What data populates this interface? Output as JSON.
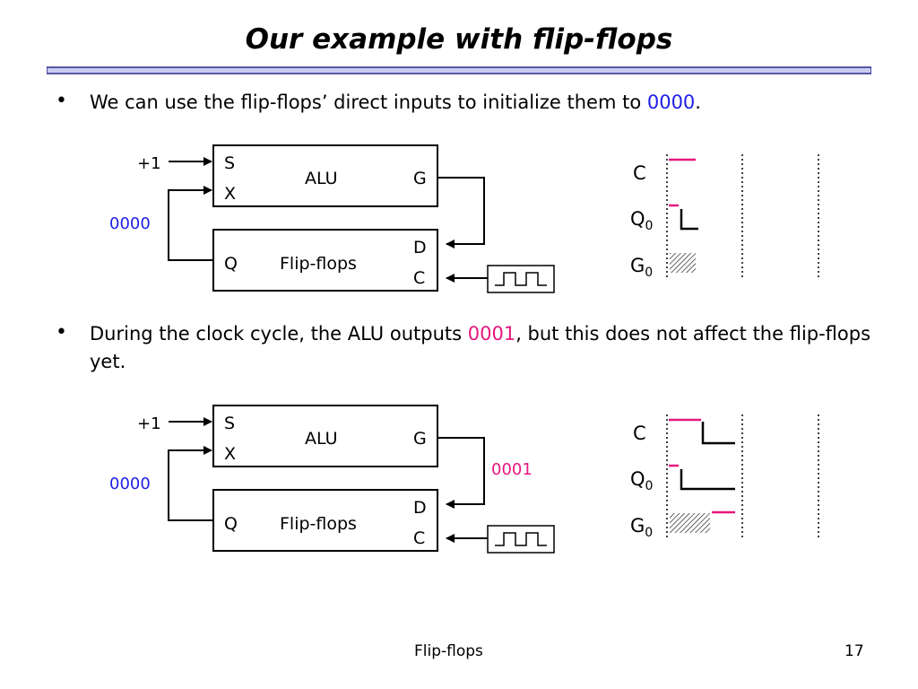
{
  "slide": {
    "title": "Our example with flip-flops",
    "bullet1": {
      "before": "We can use the flip-flops’ direct inputs to initialize them to ",
      "highlight": "0000",
      "after": "."
    },
    "bullet2": {
      "before": "During the clock cycle, the ALU outputs ",
      "highlight": "0001",
      "after": ", but this does not affect the flip-flops yet."
    },
    "footer_left": "Flip-flops",
    "page_number": "17"
  },
  "colors": {
    "blue": "#1e1ee6",
    "pink": "#e6187e"
  },
  "diagram1": {
    "alu": {
      "name": "ALU",
      "s": "S",
      "x": "X",
      "g": "G"
    },
    "ff": {
      "name": "Flip-flops",
      "q": "Q",
      "d": "D",
      "c": "C"
    },
    "input_plus": "+1",
    "initial_value": "0000",
    "timing_labels": {
      "c": "C",
      "q": "Q",
      "g": "G",
      "sub": "0"
    }
  },
  "diagram2": {
    "alu": {
      "name": "ALU",
      "s": "S",
      "x": "X",
      "g": "G"
    },
    "ff": {
      "name": "Flip-flops",
      "q": "Q",
      "d": "D",
      "c": "C"
    },
    "input_plus": "+1",
    "initial_value": "0000",
    "alu_output": "0001",
    "timing_labels": {
      "c": "C",
      "q": "Q",
      "g": "G",
      "sub": "0"
    }
  }
}
